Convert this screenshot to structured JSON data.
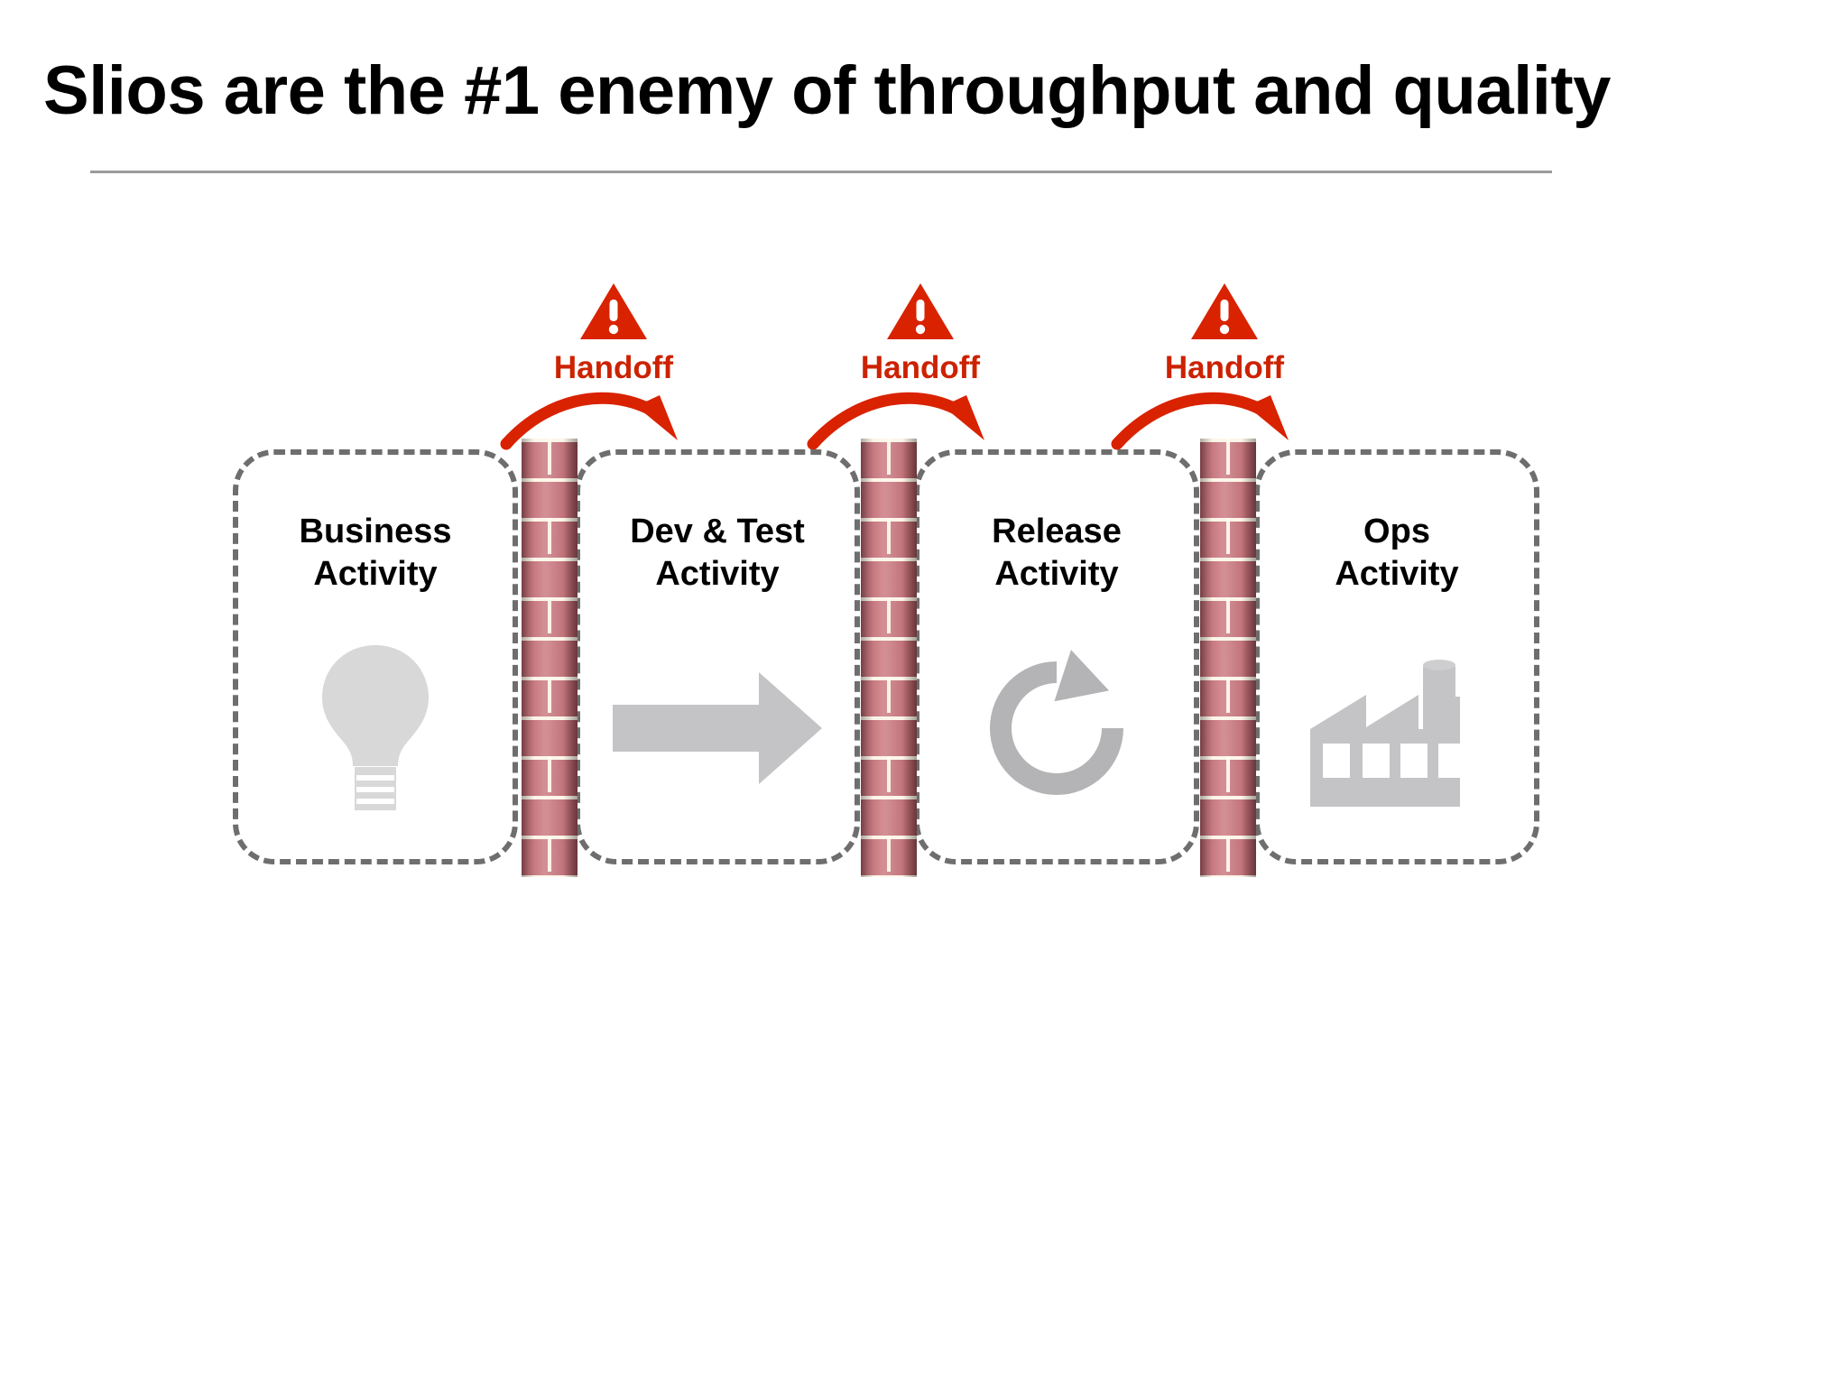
{
  "slide": {
    "title": "Slios are the #1 enemy of throughput and quality",
    "background_color": "#FFFFFF",
    "rule_color": "#9B9B9B"
  },
  "colors": {
    "warning_red": "#CC2200",
    "handoff_label": "#CC2200",
    "panel_border": "#6E6E6E",
    "icon_gray": "#C6C6C8",
    "brick_face": "#C2747C",
    "brick_mortar": "#FFFCEE",
    "title_text": "#000000"
  },
  "handoffs": [
    {
      "label": "Handoff",
      "icon": "warning-triangle-icon",
      "arrow": "curved-arrow-icon"
    },
    {
      "label": "Handoff",
      "icon": "warning-triangle-icon",
      "arrow": "curved-arrow-icon"
    },
    {
      "label": "Handoff",
      "icon": "warning-triangle-icon",
      "arrow": "curved-arrow-icon"
    }
  ],
  "panels": [
    {
      "line1": "Business",
      "line2": "Activity",
      "icon": "lightbulb-icon"
    },
    {
      "line1": "Dev & Test",
      "line2": "Activity",
      "icon": "right-arrow-icon"
    },
    {
      "line1": "Release",
      "line2": "Activity",
      "icon": "refresh-cycle-icon"
    },
    {
      "line1": "Ops",
      "line2": "Activity",
      "icon": "factory-icon"
    }
  ],
  "walls": [
    {
      "name": "brick-wall-barrier"
    },
    {
      "name": "brick-wall-barrier"
    },
    {
      "name": "brick-wall-barrier"
    }
  ]
}
